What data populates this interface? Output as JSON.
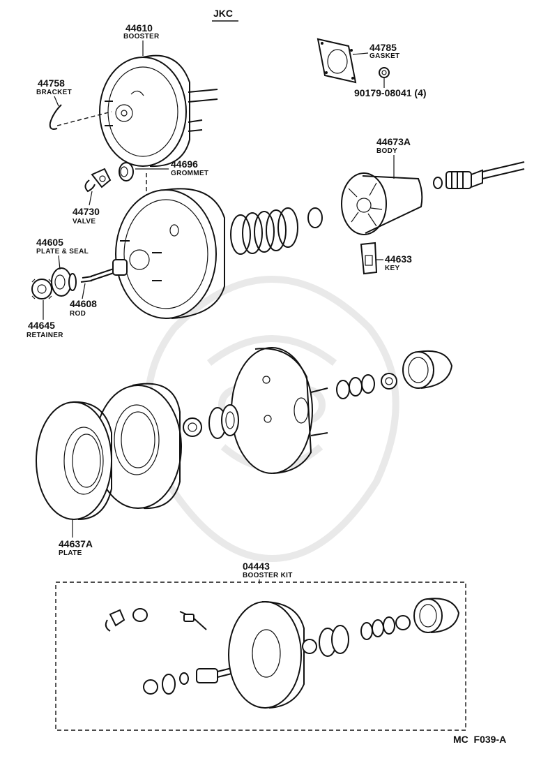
{
  "header": {
    "model_code": "JKC"
  },
  "parts": {
    "booster": {
      "number": "44610",
      "name": "BOOSTER"
    },
    "bracket": {
      "number": "44758",
      "name": "BRACKET"
    },
    "grommet": {
      "number": "44696",
      "name": "GROMMET"
    },
    "valve": {
      "number": "44730",
      "name": "VALVE"
    },
    "plate_seal": {
      "number": "44605",
      "name": "PLATE & SEAL"
    },
    "rod": {
      "number": "44608",
      "name": "ROD"
    },
    "retainer": {
      "number": "44645",
      "name": "RETAINER"
    },
    "gasket": {
      "number": "44785",
      "name": "GASKET"
    },
    "nut": {
      "number": "90179-08041 (4)"
    },
    "body": {
      "number": "44673A",
      "name": "BODY"
    },
    "key": {
      "number": "44633",
      "name": "KEY"
    },
    "plate": {
      "number": "44637A",
      "name": "PLATE"
    },
    "booster_kit": {
      "number": "04443",
      "name": "BOOSTER KIT"
    }
  },
  "footer": {
    "figure_code": "MC  F039-A"
  }
}
